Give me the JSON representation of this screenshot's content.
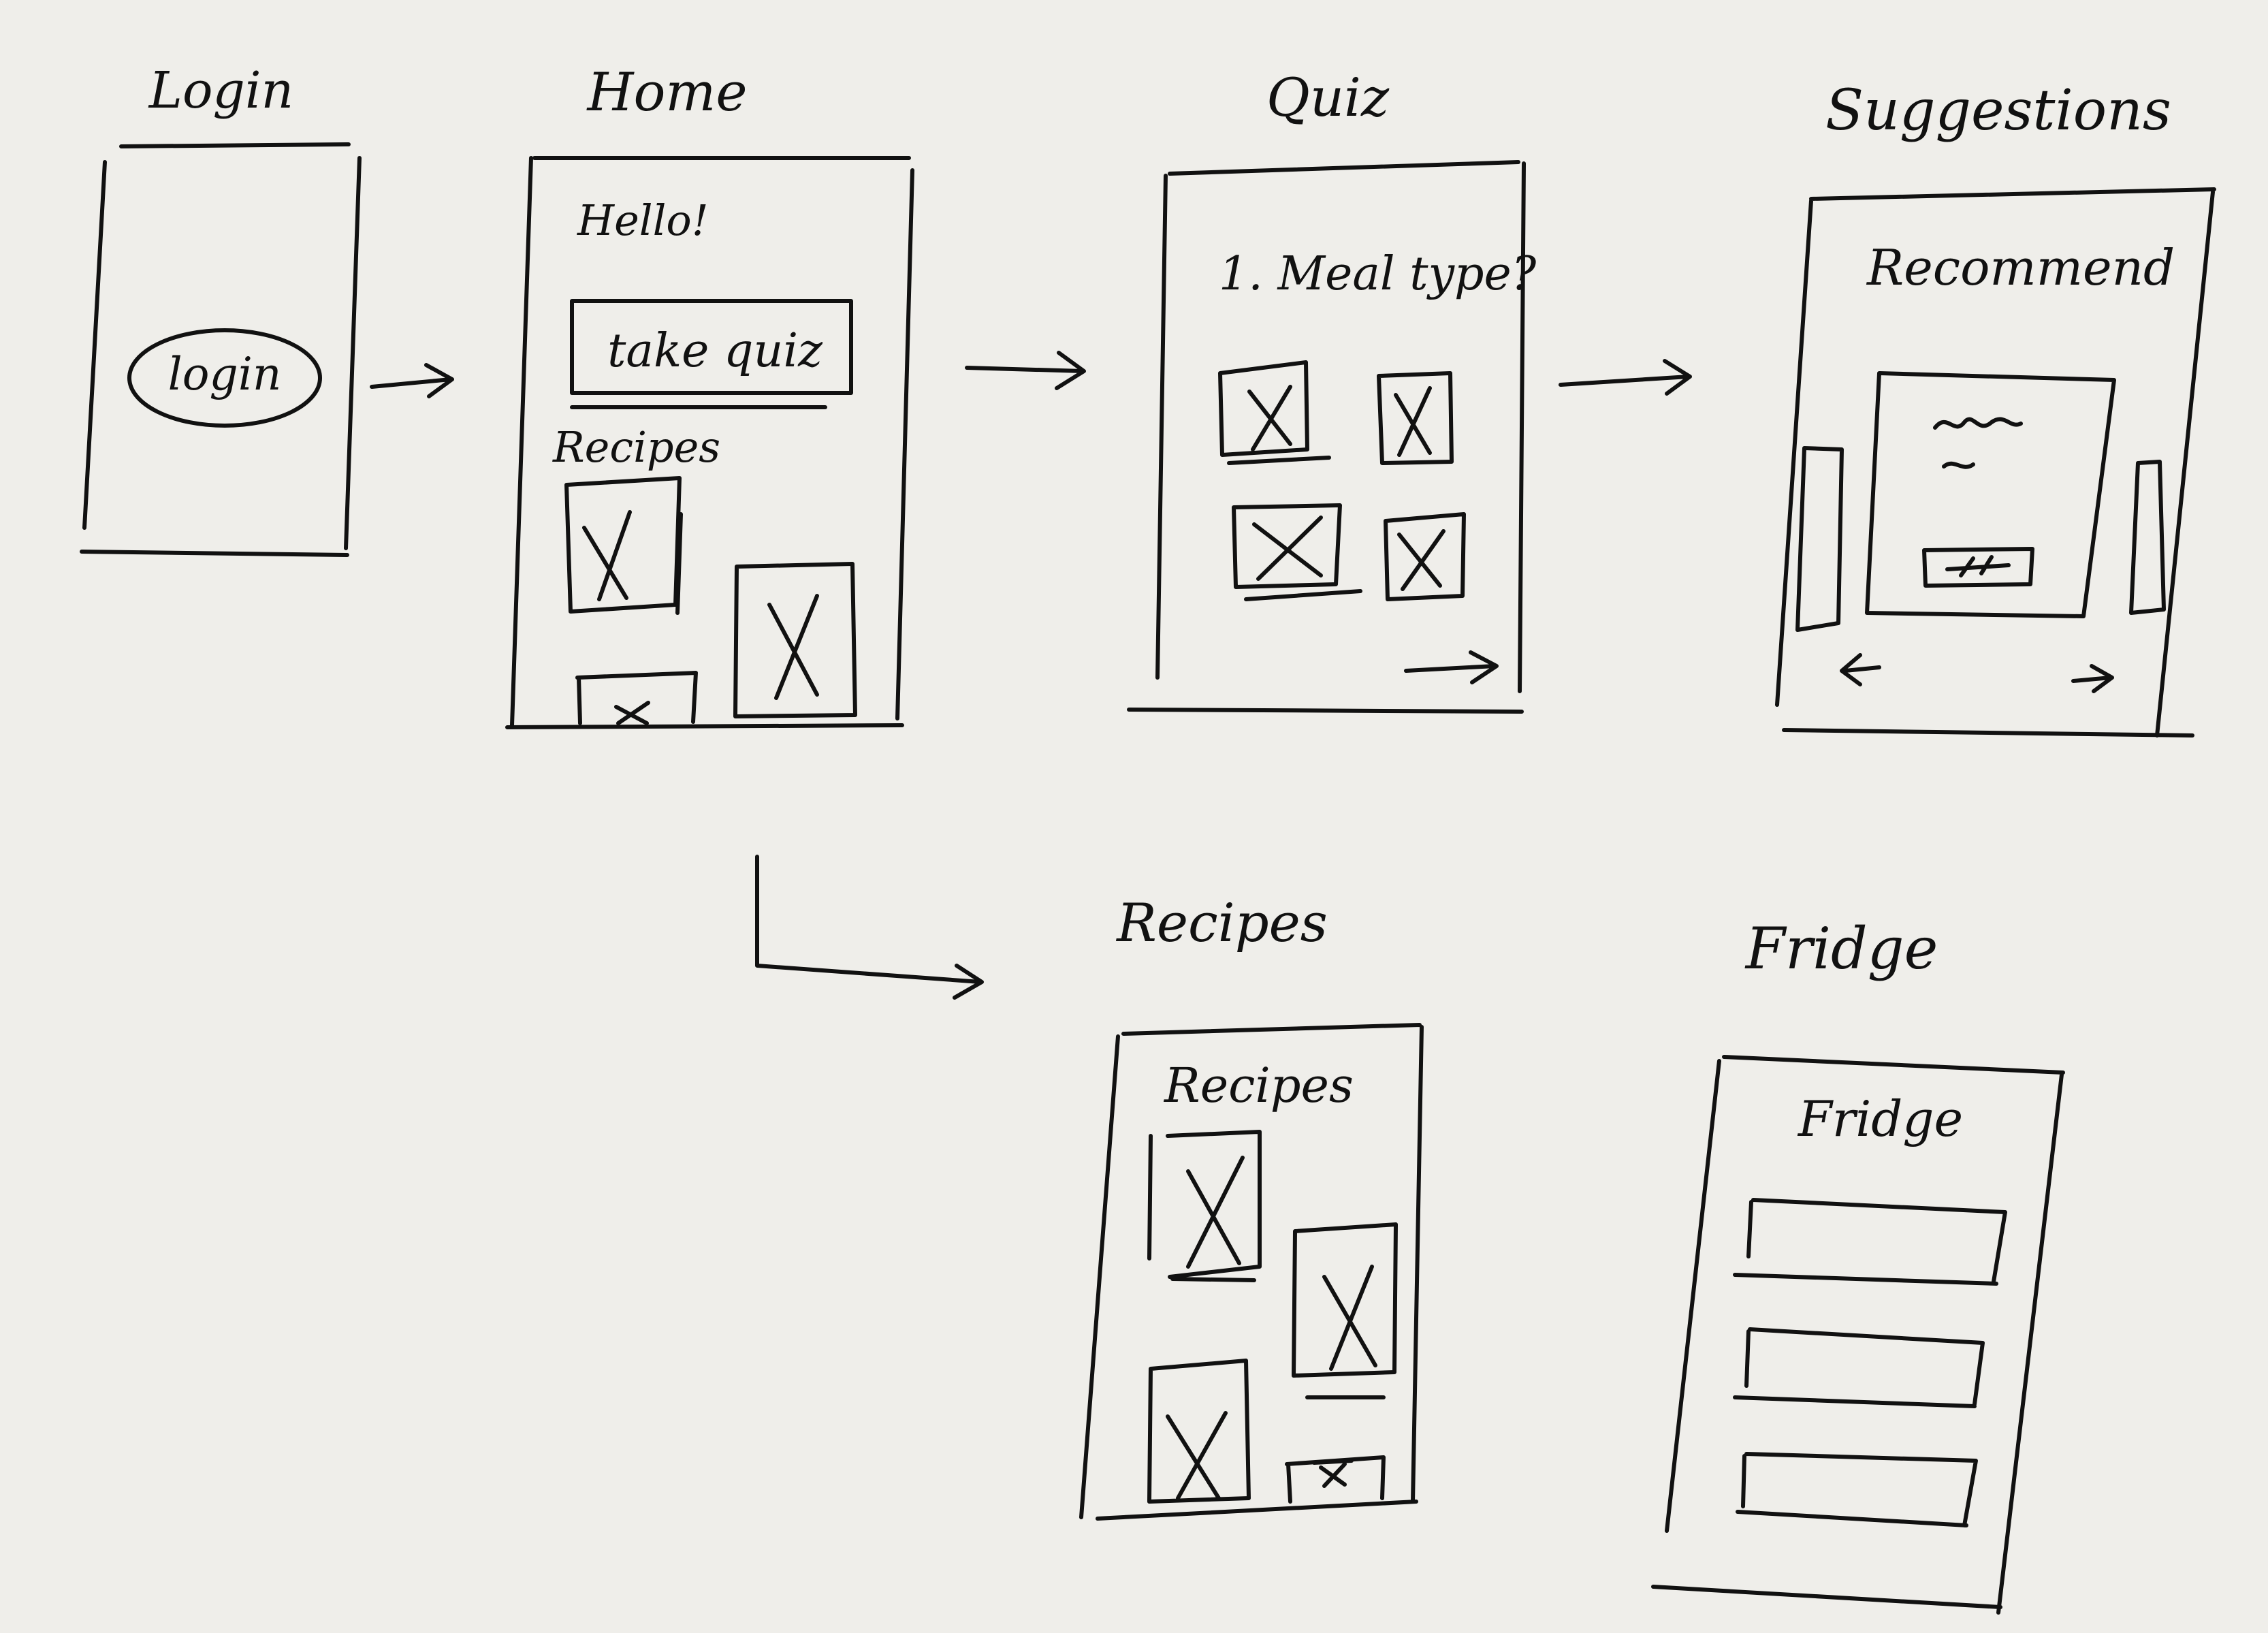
{
  "screens": {
    "login": {
      "title": "Login",
      "button_label": "login"
    },
    "home": {
      "title": "Home",
      "greeting": "Hello!",
      "quiz_button_label": "take quiz",
      "recipes_label": "Recipes"
    },
    "quiz": {
      "title": "Quiz",
      "question": "1. Meal type?"
    },
    "suggestions": {
      "title": "Suggestions",
      "heading": "Recommend"
    },
    "recipes": {
      "title": "Recipes",
      "heading": "Recipes"
    },
    "fridge": {
      "title": "Fridge",
      "heading": "Fridge"
    }
  },
  "flow_arrows": [
    {
      "from": "login",
      "to": "home"
    },
    {
      "from": "home",
      "to": "quiz"
    },
    {
      "from": "quiz",
      "to": "suggestions"
    },
    {
      "from": "home",
      "to": "recipes"
    }
  ],
  "colors": {
    "paper": "#efeeea",
    "ink": "#111111"
  }
}
